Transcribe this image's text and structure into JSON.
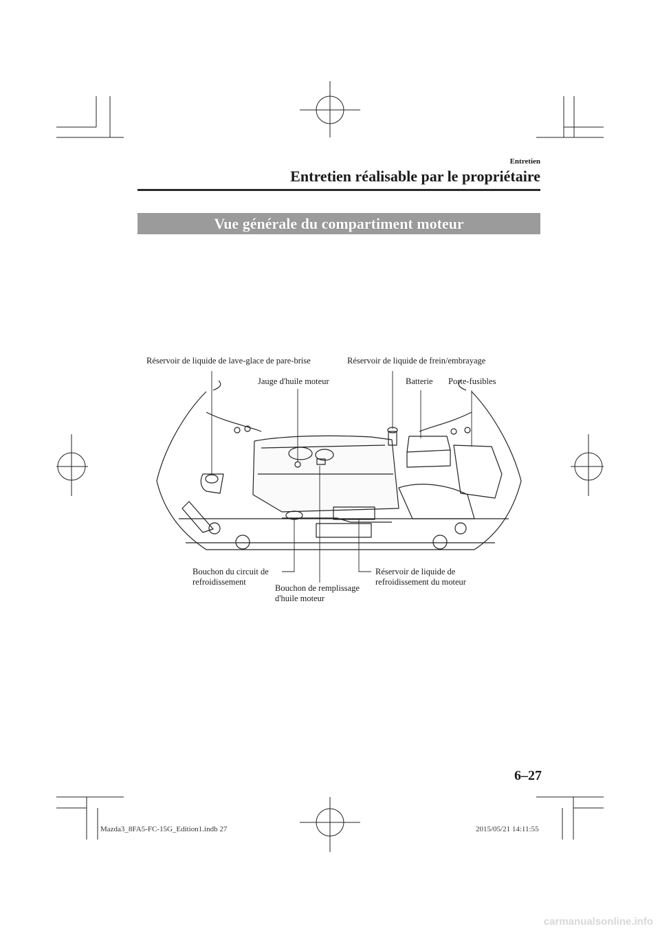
{
  "header": {
    "section": "Entretien",
    "title": "Entretien réalisable par le propriétaire"
  },
  "banner": {
    "title": "Vue générale du compartiment moteur"
  },
  "labels": {
    "washer_reservoir": "Réservoir de liquide de lave-glace de pare-brise",
    "brake_reservoir": "Réservoir de liquide de frein/embrayage",
    "dipstick": "Jauge d'huile moteur",
    "battery": "Batterie",
    "fuse_block": "Porte-fusibles",
    "radiator_cap_line1": "Bouchon du circuit de",
    "radiator_cap_line2": "refroidissement",
    "oil_cap_line1": "Bouchon de remplissage",
    "oil_cap_line2": "d'huile moteur",
    "coolant_reservoir_line1": "Réservoir de liquide de",
    "coolant_reservoir_line2": "refroidissement du moteur"
  },
  "page_number": "6–27",
  "footer": {
    "file": "Mazda3_8FA5-FC-15G_Edition1.indb   27",
    "datetime": "2015/05/21   14:11:55"
  },
  "watermark": "carmanualsonline.info"
}
